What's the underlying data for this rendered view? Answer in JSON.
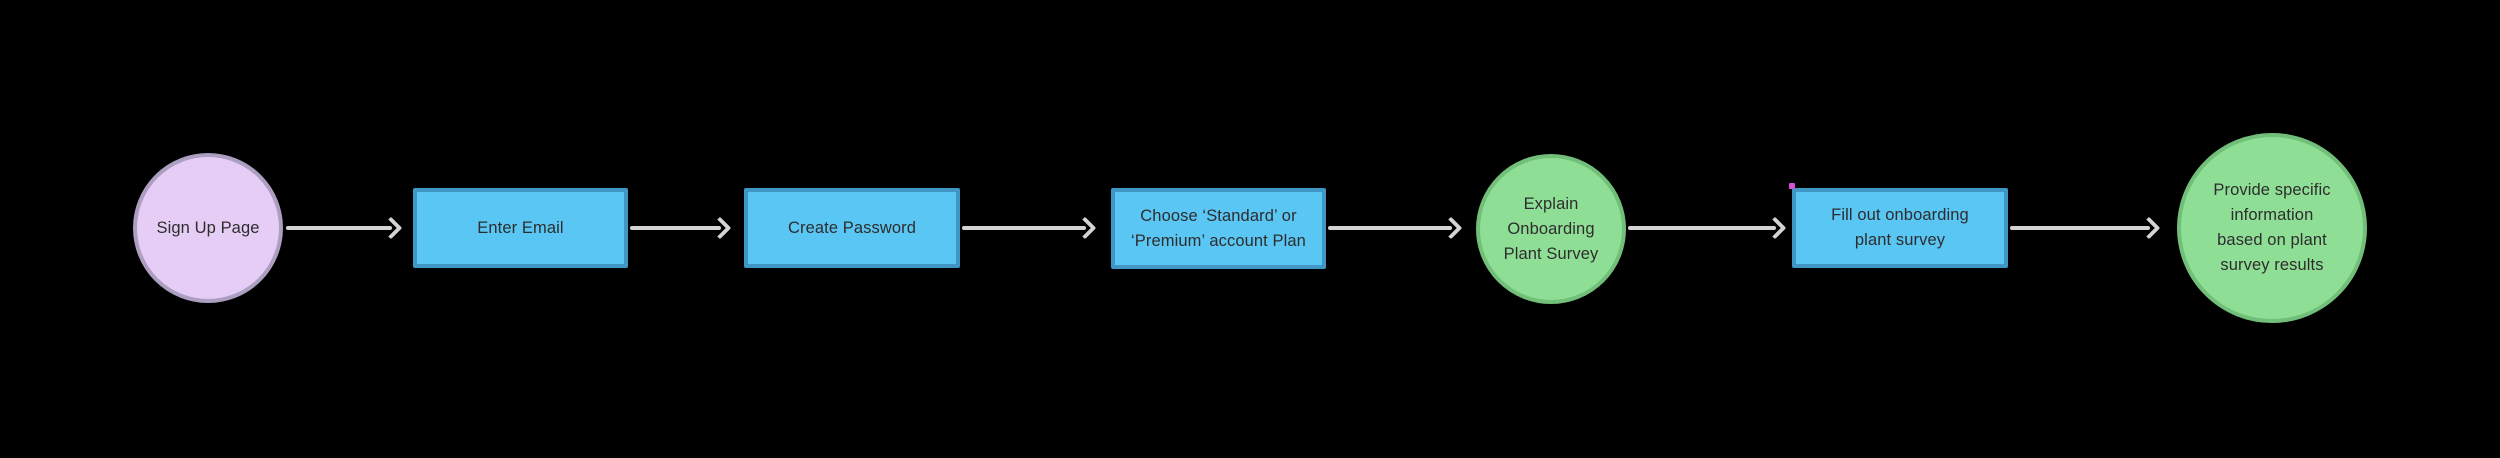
{
  "colors": {
    "background": "#000000",
    "arrow": "#D4D4D4",
    "node_text": "#2D2D2D",
    "lavender_fill": "#E5CDF6",
    "lavender_border": "#AC9EC0",
    "blue_fill": "#5AC6F4",
    "blue_border": "#4096C4",
    "green_fill": "#8FDE96",
    "green_border": "#72BF7A",
    "cursor_dot": "#D94FD4"
  },
  "flow": {
    "nodes": [
      {
        "id": "sign-up-page",
        "shape": "circle",
        "color": "lavender",
        "label": "Sign Up Page"
      },
      {
        "id": "enter-email",
        "shape": "rect",
        "color": "blue",
        "label": "Enter Email"
      },
      {
        "id": "create-password",
        "shape": "rect",
        "color": "blue",
        "label": "Create Password"
      },
      {
        "id": "choose-plan",
        "shape": "rect",
        "color": "blue",
        "label": "Choose ‘Standard’ or\n‘Premium’ account Plan"
      },
      {
        "id": "explain-survey",
        "shape": "circle",
        "color": "green",
        "label": "Explain\nOnboarding\nPlant Survey"
      },
      {
        "id": "fill-out-survey",
        "shape": "rect",
        "color": "blue",
        "label": "Fill out onboarding\nplant survey"
      },
      {
        "id": "provide-info",
        "shape": "circle",
        "color": "green",
        "label": "Provide specific\ninformation\nbased on plant\nsurvey results"
      }
    ],
    "connections": [
      {
        "from": "sign-up-page",
        "to": "enter-email"
      },
      {
        "from": "enter-email",
        "to": "create-password"
      },
      {
        "from": "create-password",
        "to": "choose-plan"
      },
      {
        "from": "choose-plan",
        "to": "explain-survey"
      },
      {
        "from": "explain-survey",
        "to": "fill-out-survey"
      },
      {
        "from": "fill-out-survey",
        "to": "provide-info"
      }
    ]
  }
}
